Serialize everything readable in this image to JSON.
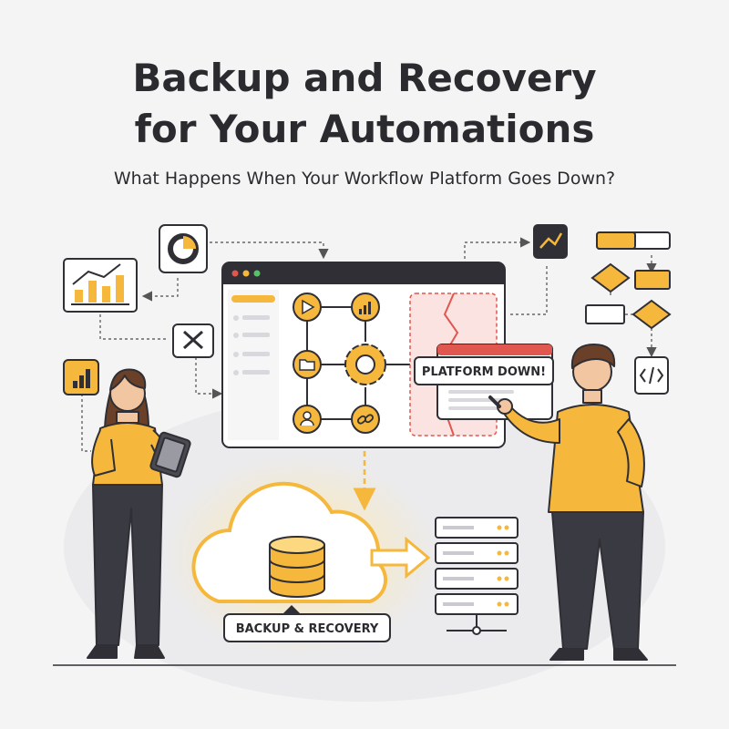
{
  "header": {
    "title_line1": "Backup and Recovery",
    "title_line2": "for Your Automations",
    "subtitle": "What Happens When Your Workflow Platform Goes Down?"
  },
  "alert": {
    "label": "PLATFORM DOWN!"
  },
  "backup": {
    "label": "BACKUP & RECOVERY"
  },
  "colors": {
    "accent": "#f5b83d",
    "accent_light": "#fcd980",
    "dark": "#2f2f35",
    "alert_red": "#e0574f",
    "background": "#f4f4f5"
  },
  "icons": [
    "analytics-chart-icon",
    "pie-chart-icon",
    "tools-icon",
    "bar-chart-icon",
    "trend-line-icon",
    "code-icon",
    "play-icon",
    "folder-icon",
    "user-icon",
    "link-icon",
    "gear-icon",
    "database-icon",
    "cloud-icon",
    "server-rack-icon"
  ]
}
